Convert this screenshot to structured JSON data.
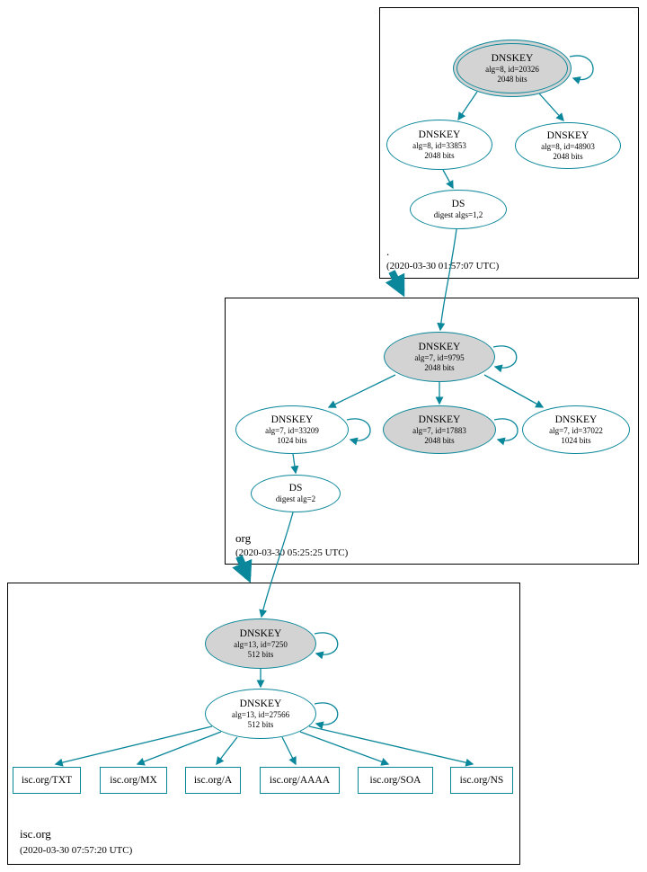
{
  "colors": {
    "edge_teal": "#0a879a",
    "node_gray_fill": "#d3d3d3",
    "background": "#ffffff"
  },
  "zones": [
    {
      "label": ".",
      "timestamp": "(2020-03-30 01:57:07 UTC)",
      "nodes": {
        "ksk": {
          "title": "DNSKEY",
          "detail": "alg=8, id=20326",
          "size": "2048 bits"
        },
        "zsk": {
          "title": "DNSKEY",
          "detail": "alg=8, id=33853",
          "size": "2048 bits"
        },
        "key2": {
          "title": "DNSKEY",
          "detail": "alg=8, id=48903",
          "size": "2048 bits"
        },
        "ds": {
          "title": "DS",
          "detail": "digest algs=1,2"
        }
      }
    },
    {
      "label": "org",
      "timestamp": "(2020-03-30 05:25:25 UTC)",
      "nodes": {
        "ksk": {
          "title": "DNSKEY",
          "detail": "alg=7, id=9795",
          "size": "2048 bits"
        },
        "zsk": {
          "title": "DNSKEY",
          "detail": "alg=7, id=33209",
          "size": "1024 bits"
        },
        "key2": {
          "title": "DNSKEY",
          "detail": "alg=7, id=17883",
          "size": "2048 bits"
        },
        "key3": {
          "title": "DNSKEY",
          "detail": "alg=7, id=37022",
          "size": "1024 bits"
        },
        "ds": {
          "title": "DS",
          "detail": "digest alg=2"
        }
      }
    },
    {
      "label": "isc.org",
      "timestamp": "(2020-03-30 07:57:20 UTC)",
      "nodes": {
        "ksk": {
          "title": "DNSKEY",
          "detail": "alg=13, id=7250",
          "size": "512 bits"
        },
        "zsk": {
          "title": "DNSKEY",
          "detail": "alg=13, id=27566",
          "size": "512 bits"
        }
      },
      "rrsets": [
        "isc.org/TXT",
        "isc.org/MX",
        "isc.org/A",
        "isc.org/AAAA",
        "isc.org/SOA",
        "isc.org/NS"
      ]
    }
  ]
}
